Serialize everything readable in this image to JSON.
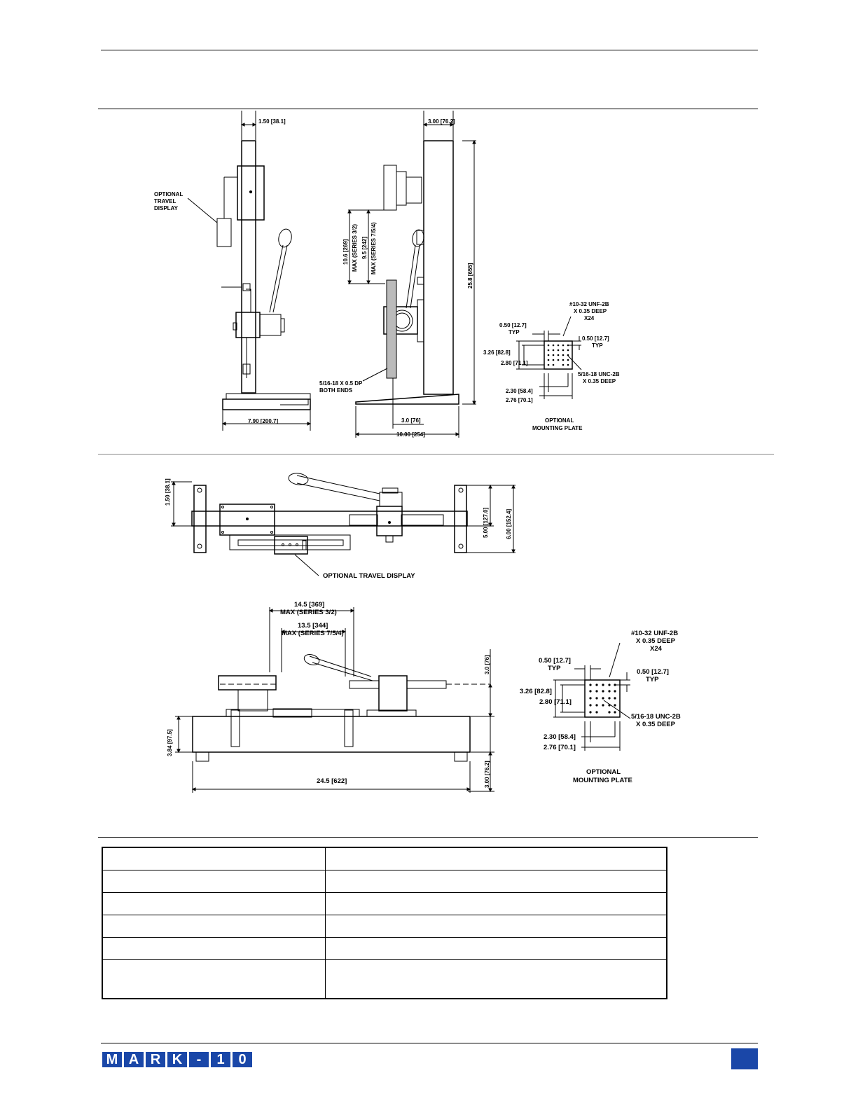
{
  "side_view": {
    "dim_column_width": "1.50 [38.1]",
    "callout_travel_display": [
      "OPTIONAL",
      "TRAVEL",
      "DISPLAY"
    ],
    "dim_base_width": "7.90 [200.7]"
  },
  "front_view": {
    "dim_column_depth": "3.00 [76.2]",
    "dim_travel_32": [
      "10.6 [269]",
      "MAX (SERIES 3/2)"
    ],
    "dim_travel_754": [
      "9.5 [242]",
      "MAX (SERIES 7/5/4)"
    ],
    "dim_height": "25.8 [655]",
    "callout_thread": [
      "5/16-18 X 0.5 DP",
      "BOTH ENDS"
    ],
    "dim_offset": "3.0 [76]",
    "dim_base_depth": "10.00 [254]"
  },
  "plate_top": {
    "tap_note": [
      "#10-32 UNF-2B",
      "X 0.35 DEEP",
      "X24"
    ],
    "dim_edge_left": [
      "0.50 [12.7]",
      "TYP"
    ],
    "dim_edge_right": [
      "0.50 [12.7]",
      "TYP"
    ],
    "dim_outer": "3.26 [82.8]",
    "dim_inner": "2.80 [71.1]",
    "thread_note": [
      "5/16-18 UNC-2B",
      "X 0.35 DEEP"
    ],
    "dim_b1": "2.30 [58.4]",
    "dim_b2": "2.76 [70.1]",
    "caption": [
      "OPTIONAL",
      "MOUNTING PLATE"
    ]
  },
  "top_view": {
    "dim_left": "1.50 [38.1]",
    "dim_mid": "5.00 [127.0]",
    "dim_right": "6.00 [152.4]",
    "callout": "OPTIONAL TRAVEL DISPLAY"
  },
  "horizontal_view": {
    "dim_travel_32": [
      "14.5 [369]",
      "MAX (SERIES 3/2)"
    ],
    "dim_travel_754": [
      "13.5 [344]",
      "MAX (SERIES 7/5/4)"
    ],
    "dim_height_top": "3.0 [76]",
    "dim_height_left": "3.84 [97.5]",
    "dim_height_bottom": "3.00 [76.2]",
    "dim_length": "24.5 [622]"
  },
  "plate_bottom": {
    "tap_note": [
      "#10-32 UNF-2B",
      "X 0.35 DEEP",
      "X24"
    ],
    "dim_edge_left": [
      "0.50 [12.7]",
      "TYP"
    ],
    "dim_edge_right": [
      "0.50 [12.7]",
      "TYP"
    ],
    "dim_outer": "3.26 [82.8]",
    "dim_inner": "2.80 [71.1]",
    "thread_note": [
      "5/16-18 UNC-2B",
      "X 0.35 DEEP"
    ],
    "dim_b1": "2.30 [58.4]",
    "dim_b2": "2.76 [70.1]",
    "caption": [
      "OPTIONAL",
      "MOUNTING PLATE"
    ]
  },
  "spec_table": {
    "rows": [
      {
        "label": "",
        "value": ""
      },
      {
        "label": "",
        "value": ""
      },
      {
        "label": "",
        "value": ""
      },
      {
        "label": "",
        "value": ""
      },
      {
        "label": "",
        "value": ""
      },
      {
        "label": "",
        "value": ""
      }
    ]
  },
  "footer": {
    "logo_letters": [
      "M",
      "A",
      "R",
      "K",
      "-",
      "1",
      "0"
    ],
    "brand_color": "#1a47a8"
  }
}
